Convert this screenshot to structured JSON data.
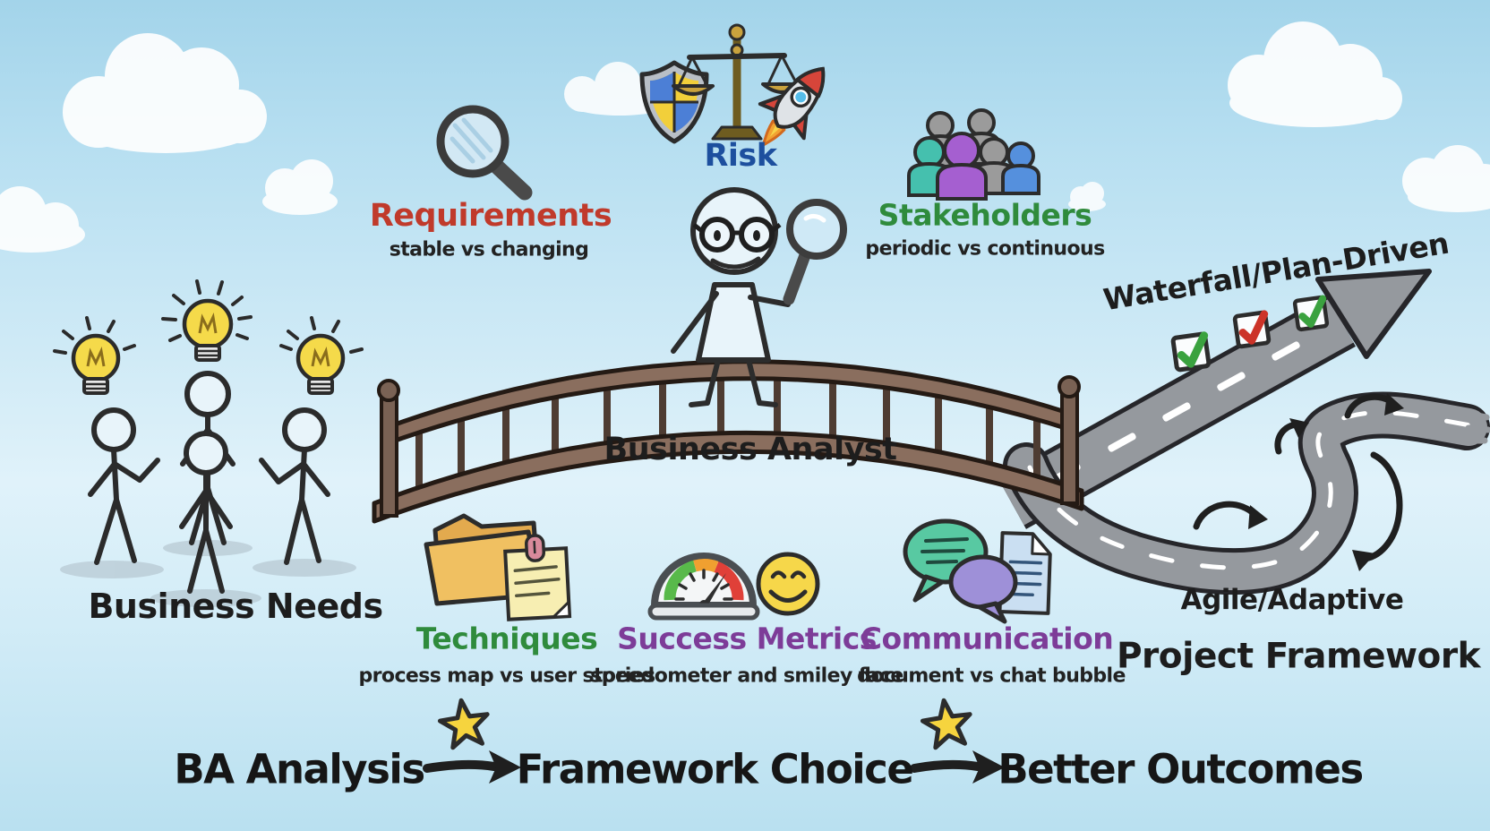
{
  "nodes": {
    "business_needs": {
      "label": "Business Needs",
      "icon": "stick-figures-with-lightbulbs"
    },
    "requirements": {
      "label": "Requirements",
      "subtitle": "stable vs changing",
      "icon": "magnifier-icon",
      "color": "#c03a2b"
    },
    "risk": {
      "label": "Risk",
      "icons": [
        "shield-icon",
        "scales-icon",
        "rocket-icon"
      ],
      "color": "#1d4f9e"
    },
    "stakeholders": {
      "label": "Stakeholders",
      "subtitle": "periodic vs continuous",
      "icon": "people-group-icon",
      "color": "#2f8b3c"
    },
    "business_analyst": {
      "label": "Business Analyst",
      "icon": "analyst-on-bridge"
    },
    "techniques": {
      "label": "Techniques",
      "subtitle": "process map vs user stories",
      "icons": [
        "folder-icon",
        "sticky-note-icon"
      ],
      "color": "#2f8b3c"
    },
    "success_metrics": {
      "label": "Success Metrics",
      "subtitle": "speedometer and smiley face",
      "icons": [
        "speedometer-icon",
        "smiley-icon"
      ],
      "color": "#7d3c98"
    },
    "communication": {
      "label": "Communication",
      "subtitle": "document vs chat bubble",
      "icons": [
        "chat-bubbles-icon",
        "document-icon"
      ],
      "color": "#7d3c98"
    }
  },
  "routes": {
    "waterfall": {
      "label": "Waterfall/Plan-Driven",
      "checkboxes": [
        "green-check",
        "red-check",
        "green-check"
      ],
      "road": "straight-arrow-road"
    },
    "agile": {
      "label": "Agile/Adaptive",
      "sublabel": "Project Framework",
      "road": "winding-road-with-loop-arrows"
    }
  },
  "flow": {
    "steps": [
      "BA Analysis",
      "Framework Choice",
      "Better Outcomes"
    ],
    "connector": "star-over-arrow"
  },
  "colors": {
    "sky_top": "#a3d4ea",
    "sky_mid": "#e0f2fa",
    "sky_bottom": "#b9e0f0",
    "requirements_red": "#c03a2b",
    "risk_blue": "#1d4f9e",
    "green": "#2f8b3c",
    "purple": "#7d3c98",
    "road_gray": "#95999e",
    "bridge_brown": "#8a6e5e",
    "bulb_yellow": "#f5da4a",
    "star_yellow": "#f6d43e",
    "check_green": "#3aa23f",
    "check_red": "#cc3328",
    "text_black": "#1d1d1d"
  }
}
